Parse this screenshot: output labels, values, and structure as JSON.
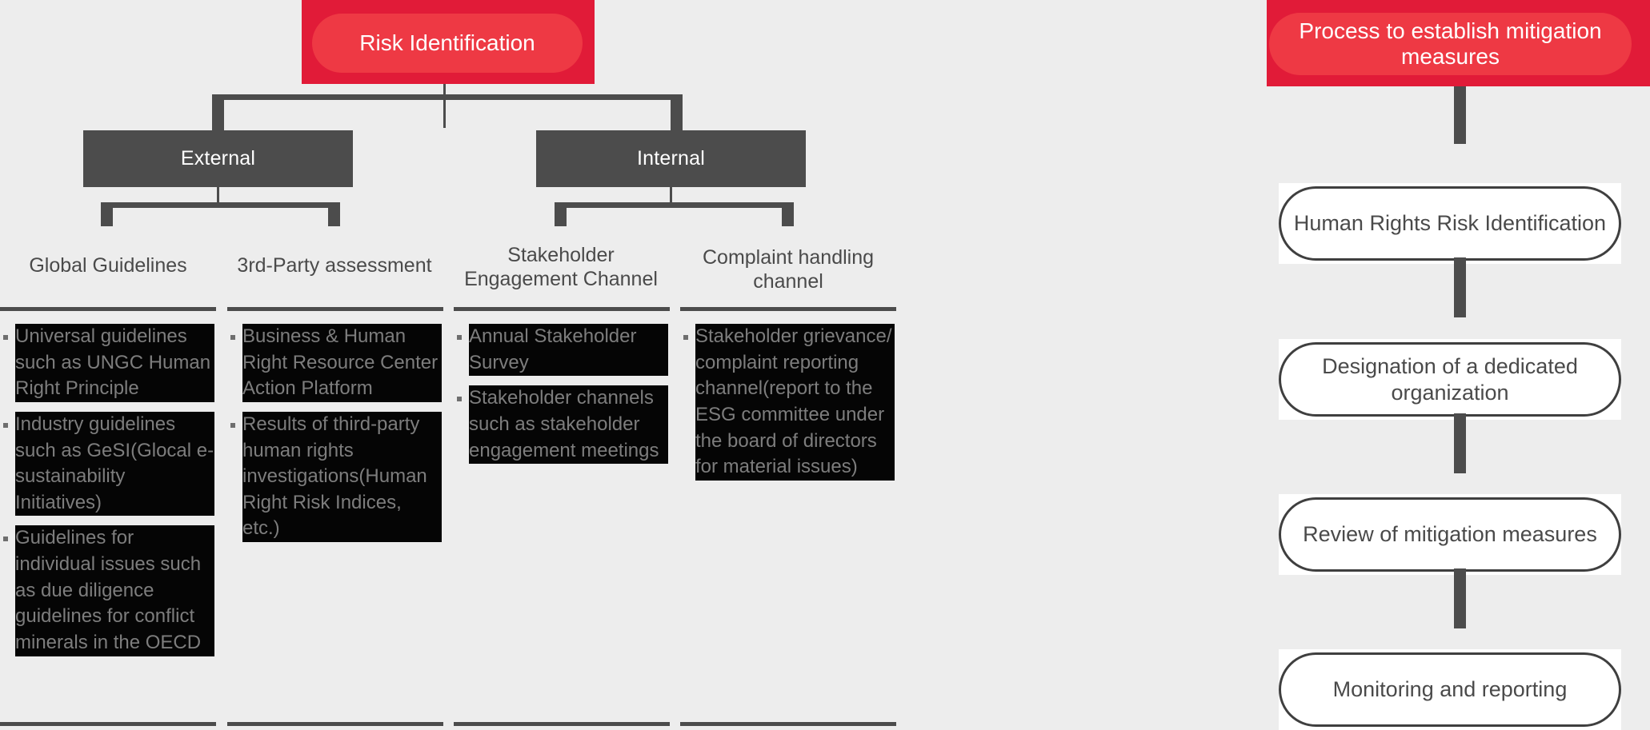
{
  "colors": {
    "background": "#ededed",
    "banner_dark": "#e11b38",
    "banner_light": "#ee3944",
    "gray_box": "#4c4c4c",
    "text_gray": "#4a4a4a",
    "highlight": "#050505",
    "highlight_text": "#7d7d7d"
  },
  "left_panel": {
    "title": "Risk Identification",
    "branches": [
      {
        "label": "External"
      },
      {
        "label": "Internal"
      }
    ],
    "columns": [
      {
        "heading": "Global Guidelines",
        "bullets": [
          "Universal guidelines such as UNGC Human Right Principle",
          "Industry guidelines such as GeSI(Glocal e-sustainability Initiatives)",
          "Guidelines for individual issues such as due diligence guidelines for conflict minerals in the OECD"
        ]
      },
      {
        "heading": "3rd-Party assessment",
        "bullets": [
          "Business & Human Right Resource Center Action Platform",
          "Results of third-party human rights investigations(Human Right Risk Indices, etc.)"
        ]
      },
      {
        "heading": "Stakeholder Engagement Channel",
        "bullets": [
          "Annual Stakeholder Survey",
          "Stakeholder channels such as stakeholder engagement meetings"
        ]
      },
      {
        "heading": "Complaint handling channel",
        "bullets": [
          "Stakeholder grievance/ complaint reporting channel(report to the ESG committee under the board of directors for material issues)"
        ]
      }
    ]
  },
  "right_panel": {
    "title": "Process to establish mitigation measures",
    "steps": [
      {
        "label": "Human Rights Risk Identification"
      },
      {
        "label": "Designation of a dedicated organization"
      },
      {
        "label": "Review of mitigation measures"
      },
      {
        "label": "Monitoring and reporting"
      }
    ]
  }
}
